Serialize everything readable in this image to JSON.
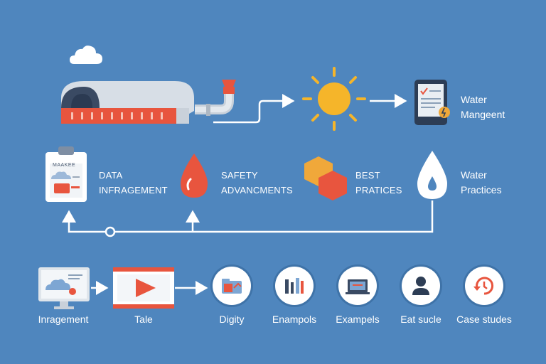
{
  "top_row": {
    "water_label": "Water\nMangeent"
  },
  "middle_row": {
    "data_label": "DATA\nINFRAGEMENT",
    "clipboard_text": "MAAKEE",
    "safety_label": "SAFETY\nADVANCMENTS",
    "best_label": "BEST\nPRATICES",
    "water_practices_label": "Water\nPractices"
  },
  "bottom_row": {
    "captions": [
      "Inragement",
      "Tale",
      "Digity",
      "Enampols",
      "Exampels",
      "Eat sucle",
      "Case studes"
    ]
  },
  "colors": {
    "background": "#4f86be",
    "red": "#e8553e",
    "orange": "#f0a83a",
    "sun": "#f5b52a",
    "white": "#ffffff"
  },
  "icons": [
    "cloud-icon",
    "factory-building-icon",
    "pipe-icon",
    "sun-icon",
    "tablet-checklist-icon",
    "clipboard-icon",
    "water-drop-icon",
    "hexagons-icon",
    "monitor-icon",
    "video-player-icon",
    "folder-icon",
    "tools-icon",
    "laptop-icon",
    "person-icon",
    "refresh-cycle-icon"
  ]
}
